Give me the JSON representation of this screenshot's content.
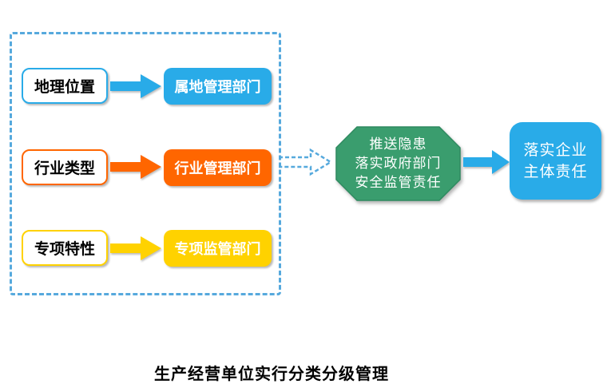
{
  "diagram": {
    "caption": "生产经营单位实行分类分级管理",
    "colors": {
      "blue": "#29abe8",
      "orange": "#ff6600",
      "yellow": "#ffd200",
      "green": "#3a9d6e",
      "green_edge": "#2f8a60",
      "dashed_border": "#56a9dd",
      "text_light": "#ffffff",
      "text_dark": "#000000"
    },
    "rows": [
      {
        "factor": "地理位置",
        "department": "属地管理部门",
        "color": "#29abe8"
      },
      {
        "factor": "行业类型",
        "department": "行业管理部门",
        "color": "#ff6600"
      },
      {
        "factor": "专项特性",
        "department": "专项监管部门",
        "color": "#ffd200"
      }
    ],
    "process": {
      "lines": [
        "推送隐患",
        "落实政府部门",
        "安全监管责任"
      ]
    },
    "result": {
      "lines": [
        "落实企业",
        "主体责任"
      ]
    }
  }
}
